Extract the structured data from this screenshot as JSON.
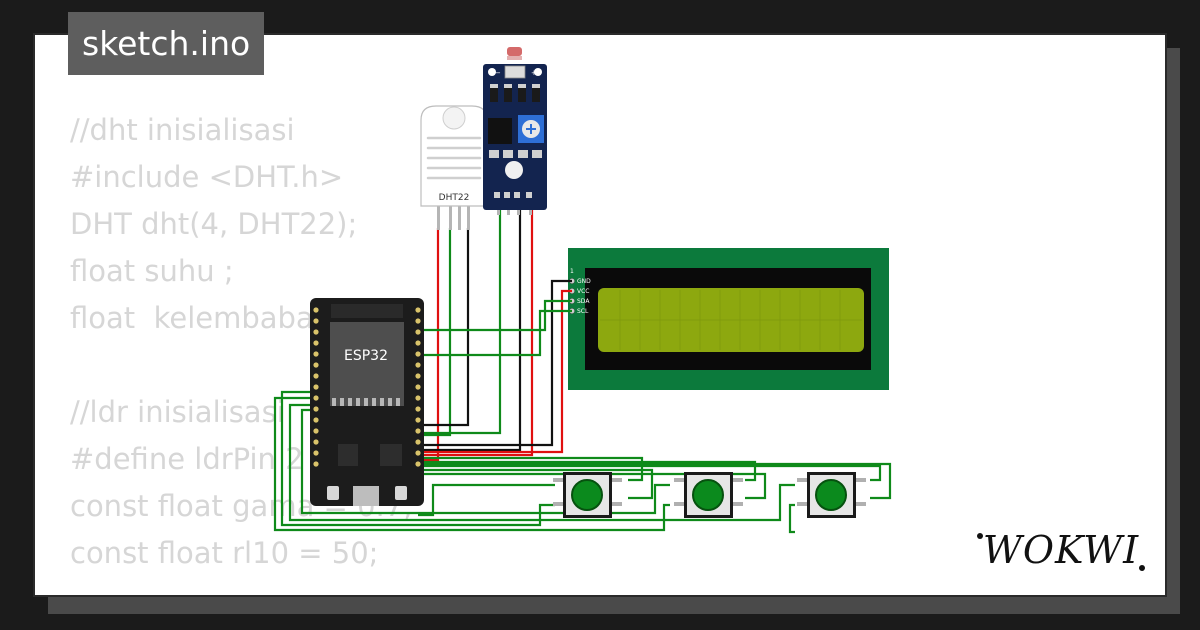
{
  "file_tab": {
    "label": "sketch.ino"
  },
  "code_lines": [
    "//dht inisialisasi",
    "#include <DHT.h>",
    "DHT dht(4, DHT22);",
    "float suhu ;",
    "float  kelembaban;",
    "",
    "//ldr inisialisasi",
    "#define ldrPin 2",
    "const float gama = 0.7;",
    "const float rl10 = 50;"
  ],
  "components": {
    "esp32_label": "ESP32",
    "dht_label": "DHT22",
    "lcd_pins": [
      "GND",
      "VCC",
      "SDA",
      "SCL"
    ]
  },
  "brand": {
    "logo_text": "WOKWI"
  },
  "colors": {
    "wire_green": "#0f8a1a",
    "wire_red": "#e01010",
    "wire_black": "#111111",
    "lcd_pcb": "#0c7a3c",
    "lcd_screen": "#8da80f",
    "ldr_board": "#13244f",
    "button_cap": "#0b8a1d"
  }
}
